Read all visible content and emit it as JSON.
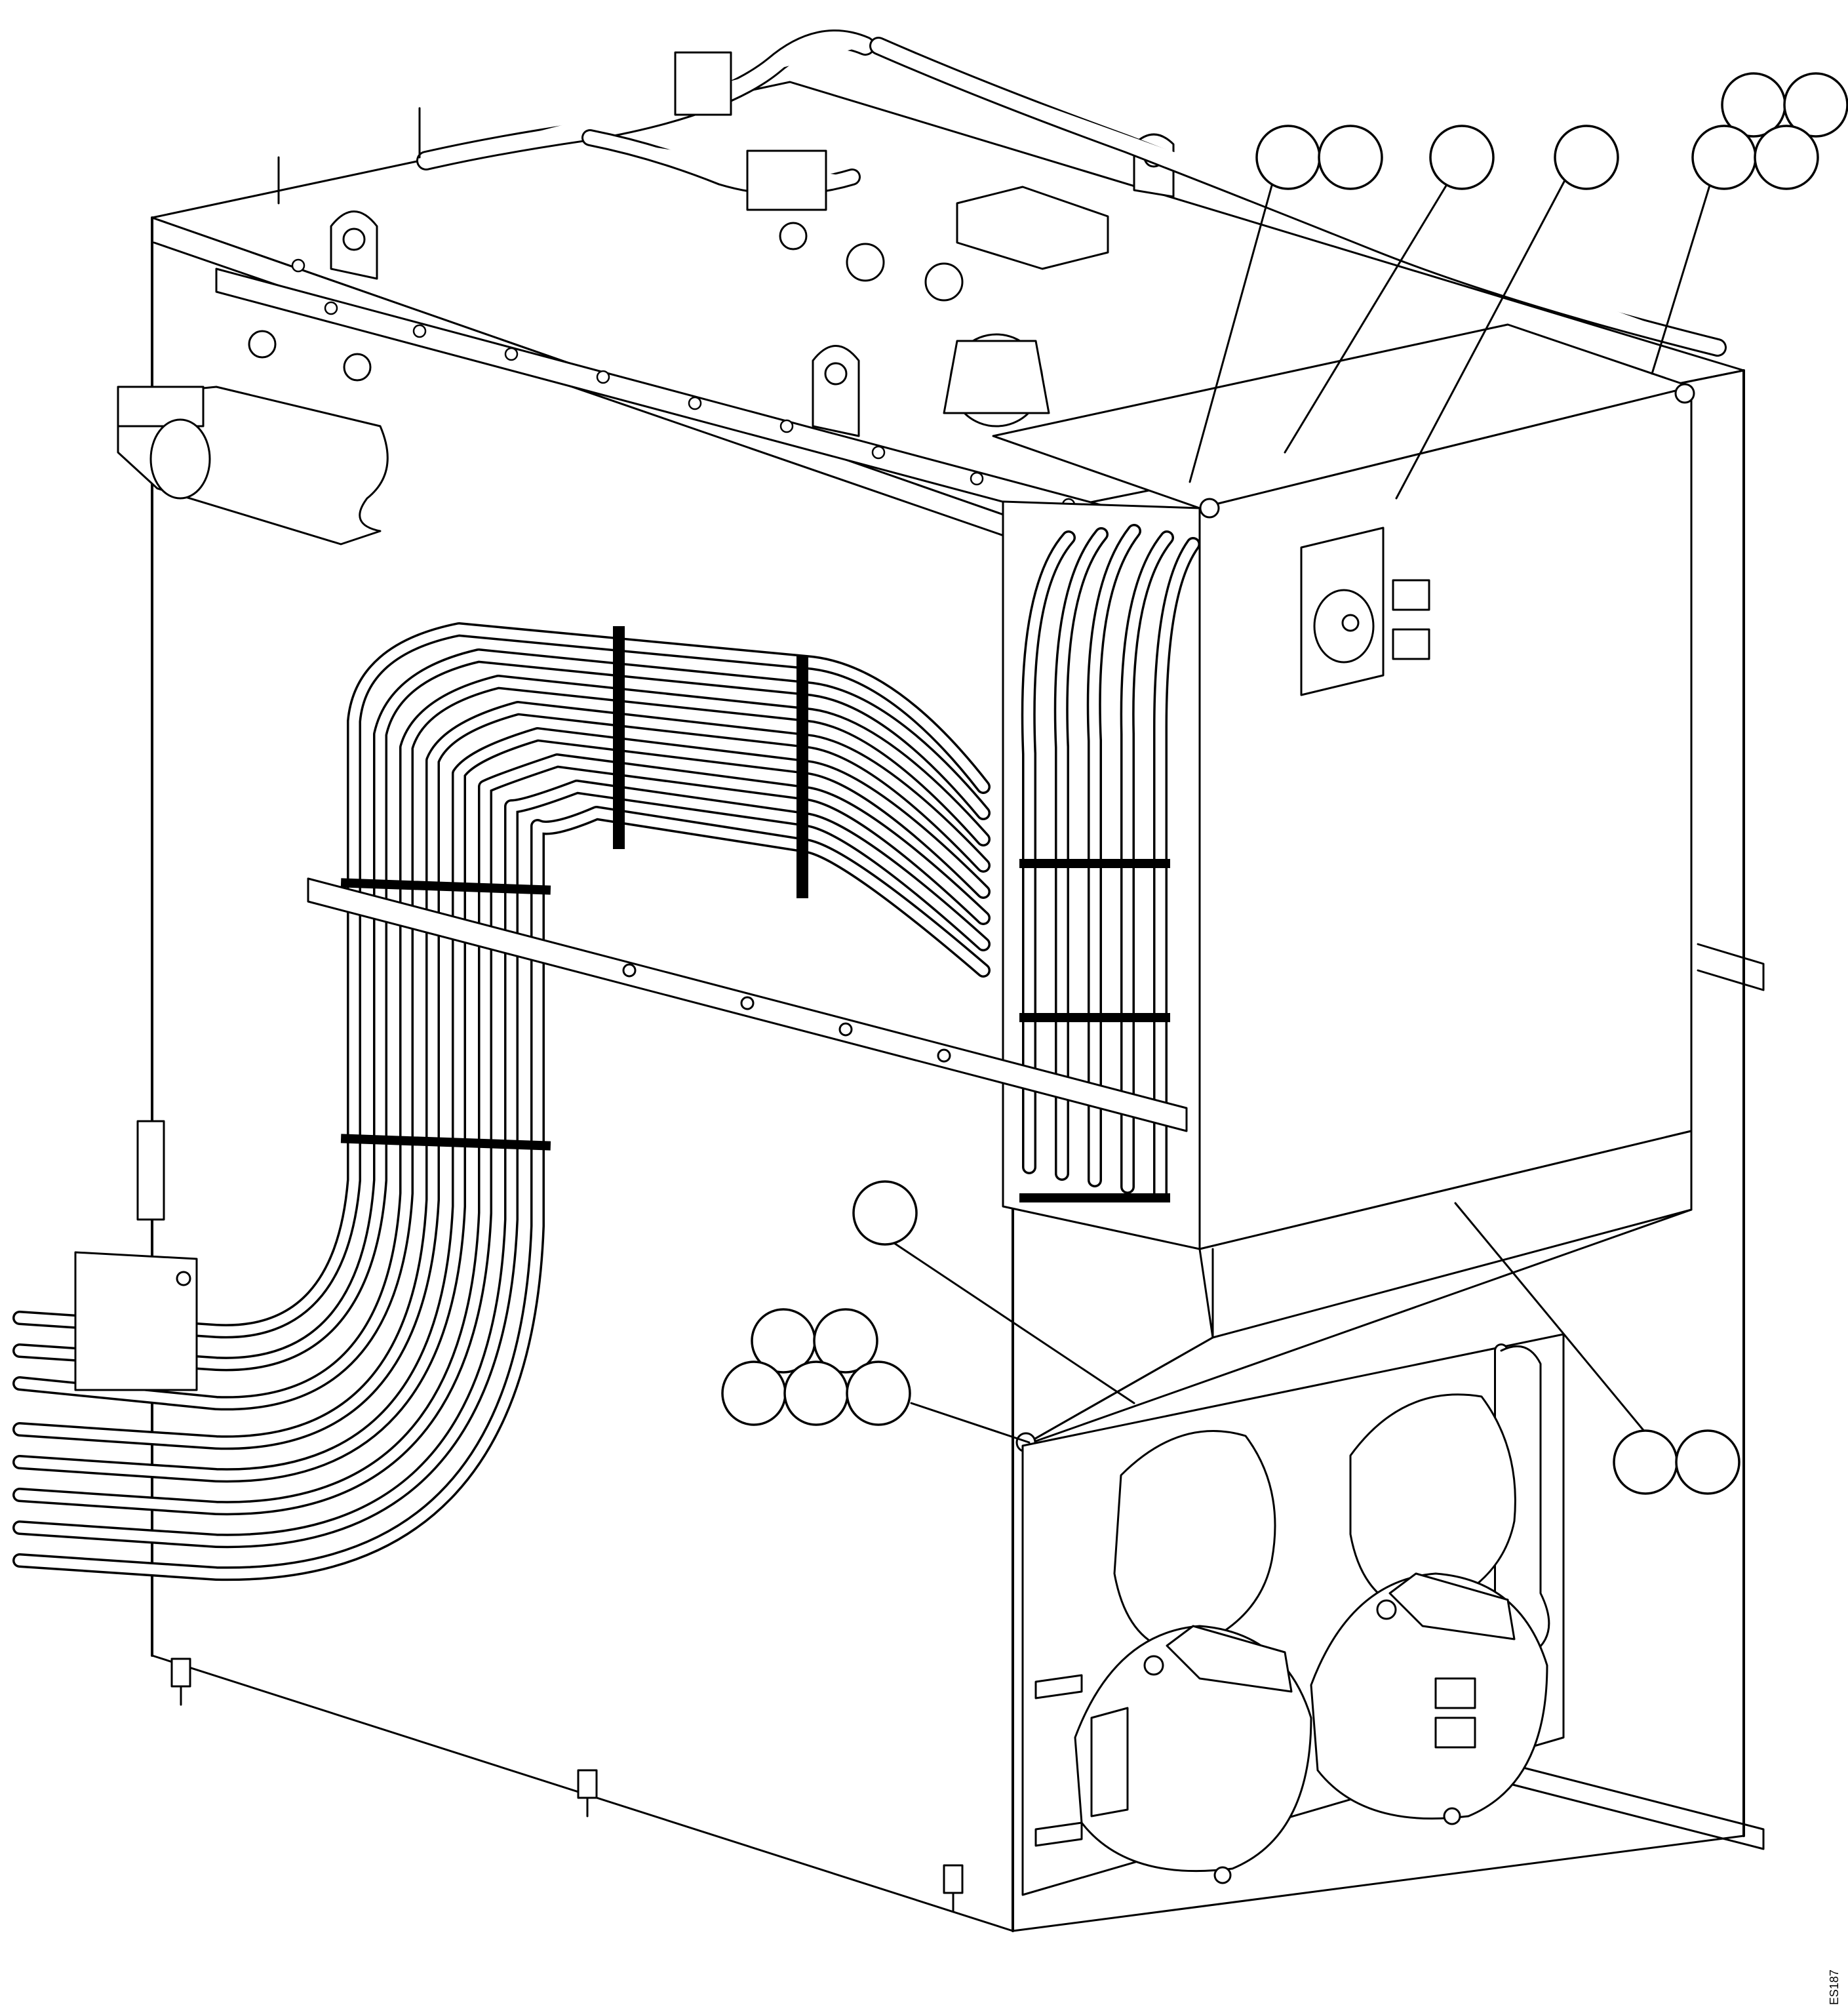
{
  "figure": {
    "code": "ES187",
    "colors": {
      "ink": "#000000",
      "paper": "#ffffff"
    },
    "callouts": [
      {
        "id": "c1",
        "label": ""
      },
      {
        "id": "c2",
        "label": ""
      },
      {
        "id": "c3",
        "label": ""
      },
      {
        "id": "c4",
        "label": ""
      },
      {
        "id": "c5",
        "label": ""
      },
      {
        "id": "c6",
        "label": ""
      },
      {
        "id": "c7",
        "label": ""
      },
      {
        "id": "c8",
        "label": ""
      },
      {
        "id": "c9",
        "label": ""
      },
      {
        "id": "c10",
        "label": ""
      },
      {
        "id": "c11",
        "label": ""
      },
      {
        "id": "c12",
        "label": ""
      },
      {
        "id": "c13",
        "label": ""
      },
      {
        "id": "c14",
        "label": ""
      },
      {
        "id": "c15",
        "label": ""
      },
      {
        "id": "c16",
        "label": ""
      },
      {
        "id": "c17",
        "label": ""
      },
      {
        "id": "c18",
        "label": ""
      }
    ]
  }
}
